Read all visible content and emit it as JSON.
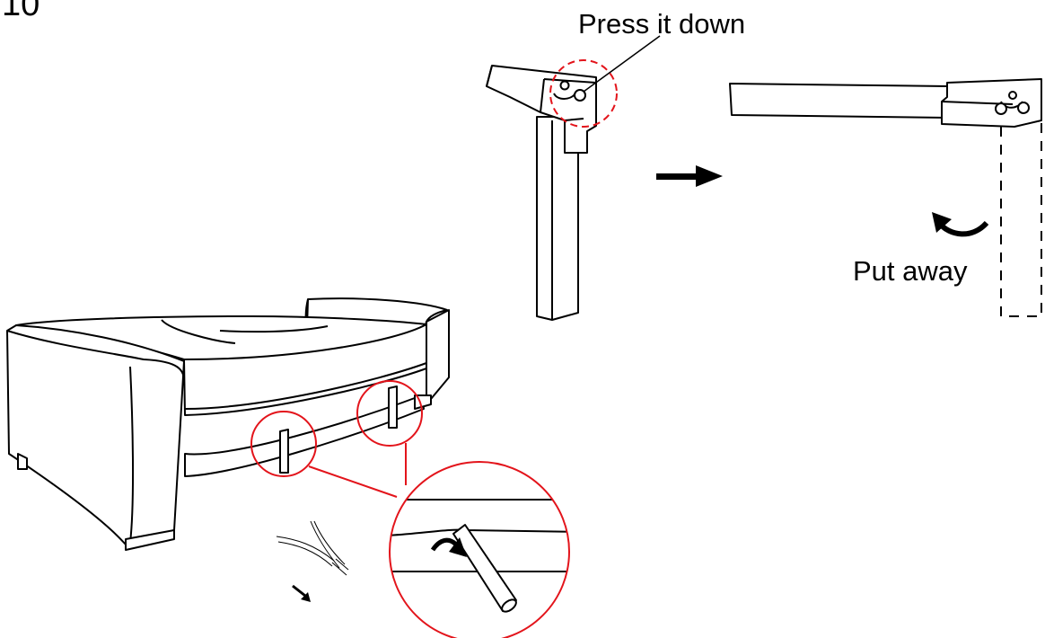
{
  "step_number": "10",
  "labels": {
    "press": "Press it down",
    "put_away": "Put away"
  },
  "colors": {
    "line": "#000000",
    "highlight": "#e3141b",
    "background": "#ffffff"
  },
  "icons": {
    "direction_arrow": "right-arrow",
    "fold_arrow": "curved-arrow",
    "motion_arrow": "small-arrow",
    "rotate_arrow": "curved-arrow"
  }
}
